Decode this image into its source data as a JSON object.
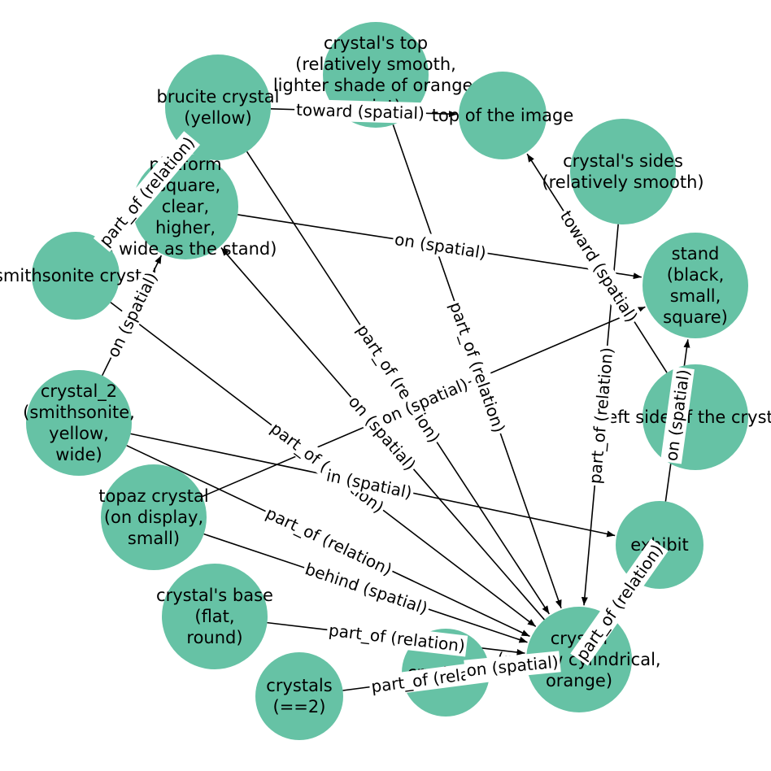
{
  "graph": {
    "node_color": "#66c2a5",
    "edge_color": "#000000",
    "nodes": [
      {
        "id": "crystal_top",
        "lines": [
          "crystal's top",
          "(relatively smooth,",
          "lighter shade of orange,",
          "point)"
        ]
      },
      {
        "id": "brucite",
        "lines": [
          "brucite crystal",
          "(yellow)"
        ]
      },
      {
        "id": "top_image",
        "lines": [
          "top of the image"
        ]
      },
      {
        "id": "crystal_sides",
        "lines": [
          "crystal's sides",
          "(relatively smooth)"
        ]
      },
      {
        "id": "platform",
        "lines": [
          "platform",
          "(square,",
          "clear,",
          "higher,",
          "as wide as the stand)"
        ]
      },
      {
        "id": "smithsonite",
        "lines": [
          "smithsonite crystal"
        ]
      },
      {
        "id": "stand",
        "lines": [
          "stand",
          "(black,",
          "small,",
          "square)"
        ]
      },
      {
        "id": "crystal_2",
        "lines": [
          "crystal_2",
          "(smithsonite,",
          "yellow,",
          "wide)"
        ]
      },
      {
        "id": "left_side",
        "lines": [
          "left side of the crystal"
        ]
      },
      {
        "id": "topaz",
        "lines": [
          "topaz crystal",
          "(on display,",
          "small)"
        ]
      },
      {
        "id": "exhibit",
        "lines": [
          "exhibit"
        ]
      },
      {
        "id": "crystal_base",
        "lines": [
          "crystal's base",
          "(flat,",
          "round)"
        ]
      },
      {
        "id": "crystal",
        "lines": [
          "crystal",
          "(narrow cylindrical,",
          "orange)"
        ]
      },
      {
        "id": "crystals",
        "lines": [
          "crystals",
          "(==2)"
        ]
      },
      {
        "id": "crystal_1",
        "lines": [
          "crystal_1"
        ]
      }
    ],
    "edges": [
      {
        "from": "brucite",
        "to": "top_image",
        "label": "toward (spatial)"
      },
      {
        "from": "crystal_sides",
        "to": "crystal",
        "label": "part_of (relation)"
      },
      {
        "from": "left_side",
        "to": "top_image",
        "label": "toward (spatial)"
      },
      {
        "from": "platform",
        "to": "stand",
        "label": "on (spatial)"
      },
      {
        "from": "brucite",
        "to": "crystal",
        "label": "part_of (relation)"
      },
      {
        "from": "crystal_top",
        "to": "crystal",
        "label": "part_of (relation)"
      },
      {
        "from": "crystal_2",
        "to": "platform",
        "label": "on (spatial)"
      },
      {
        "from": "smithsonite",
        "to": "brucite",
        "label": "part_of (relation)"
      },
      {
        "from": "crystal",
        "to": "platform",
        "label": "on (spatial)"
      },
      {
        "from": "topaz",
        "to": "stand",
        "label": "on (spatial)"
      },
      {
        "from": "smithsonite",
        "to": "crystal",
        "label": "part_of (relation)"
      },
      {
        "from": "crystal_2",
        "to": "exhibit",
        "label": "in (spatial)"
      },
      {
        "from": "crystal_2",
        "to": "crystal",
        "label": "part_of (relation)"
      },
      {
        "from": "topaz",
        "to": "crystal",
        "label": "behind (spatial)"
      },
      {
        "from": "crystal_base",
        "to": "crystal",
        "label": "part_of (relation)"
      },
      {
        "from": "crystals",
        "to": "crystal",
        "label": "part_of (relation)"
      },
      {
        "from": "crystal",
        "to": "exhibit",
        "label": "part_of (relation)"
      },
      {
        "from": "exhibit",
        "to": "stand",
        "label": "on (spatial)"
      },
      {
        "from": "crystal_1",
        "to": "crystal",
        "label": "on (spatial)"
      }
    ]
  }
}
